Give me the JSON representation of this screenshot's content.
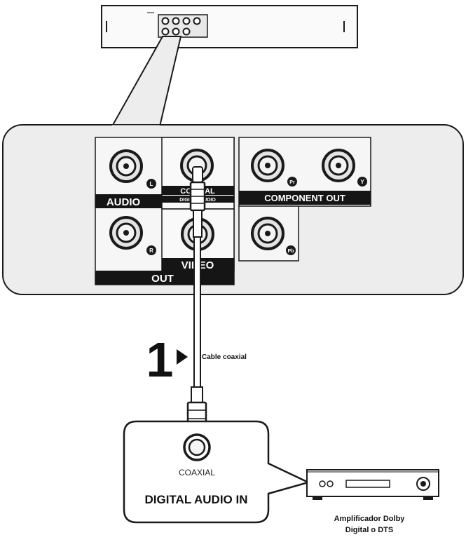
{
  "player_panel": {
    "audio_label": "AUDIO",
    "jack_l_mark": "L",
    "jack_r_mark": "R",
    "coaxial_label": "COAXIAL",
    "coaxial_sublabel": "DIGITAL AUDIO",
    "video_label": "VIDEO",
    "out_label": "OUT",
    "component_label": "COMPONENT OUT",
    "jack_pr_mark": "Pr",
    "jack_y_mark": "Y",
    "jack_pb_mark": "Pb"
  },
  "step": {
    "number": "1",
    "cable_label": "Cable coaxial"
  },
  "receiver_panel": {
    "coaxial_label": "COAXIAL",
    "input_label": "DIGITAL AUDIO IN"
  },
  "amplifier": {
    "caption_line1": "Amplificador Dolby",
    "caption_line2": "Digital o DTS"
  },
  "colors": {
    "panel_fill": "#ededed",
    "label_bar": "#151515",
    "outline": "#1a1a1a"
  }
}
